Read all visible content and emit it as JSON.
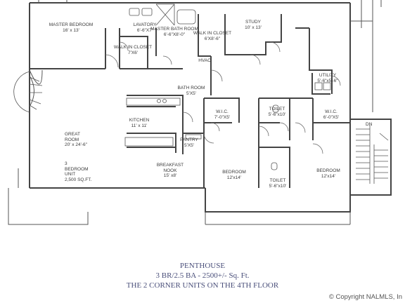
{
  "rooms": {
    "master_bedroom": {
      "name": "MASTER BEDROOM",
      "dim": "16' x 13'"
    },
    "lavatory": {
      "name": "LAVATORY",
      "dim": "6'-6\"X7'"
    },
    "master_bath": {
      "name": "MASTER BATH ROOM",
      "dim": "6'-6\"X8'-0\""
    },
    "walk_in_closet_1": {
      "name": "WALK IN CLOSET",
      "dim": "7'X6'"
    },
    "walk_in_closet_2": {
      "name": "WALK IN CLOSET",
      "dim": "6'X8'-6\""
    },
    "hvac": {
      "name": "HVAC"
    },
    "study": {
      "name": "STUDY",
      "dim": "10' x 13'"
    },
    "utility": {
      "name": "UTILITY",
      "dim": "5'-6\"x5'-6\""
    },
    "bath_room": {
      "name": "BATH ROOM",
      "dim": "5'X5'"
    },
    "kitchen": {
      "name": "KITCHEN",
      "dim": "11' x 11'"
    },
    "wic_1": {
      "name": "W.I.C.",
      "dim": "7'-0\"X5'"
    },
    "toilet_1": {
      "name": "TOILET",
      "dim": "5'-6\"x10'"
    },
    "wic_2": {
      "name": "W.I.C.",
      "dim": "6'-0\"X5'"
    },
    "great_room": {
      "name": "GREAT ROOM",
      "dim": "20' x 24'-6\""
    },
    "pantry": {
      "name": "PANTRY",
      "dim": "5'X5'"
    },
    "unit_info": {
      "line1": "3 BEDROOM UNIT",
      "line2": "2,500 SQ.FT."
    },
    "breakfast_nook": {
      "name": "BREAKFAST NOOK",
      "dim": "15' x8'"
    },
    "bedroom_1": {
      "name": "BEDROOM",
      "dim": "12'x14'"
    },
    "toilet_2": {
      "name": "TOILET",
      "dim": "5'-6\"x10'"
    },
    "bedroom_2": {
      "name": "BEDROOM",
      "dim": "12'x14'"
    }
  },
  "stair_label": "DN",
  "caption": {
    "line1": "PENTHOUSE",
    "line2": "3 BR/2.5 BA - 2500+/- Sq. Ft.",
    "line3": "THE 2 CORNER UNITS ON THE 4TH FLOOR"
  },
  "copyright": "© Copyright NALMLS, In"
}
